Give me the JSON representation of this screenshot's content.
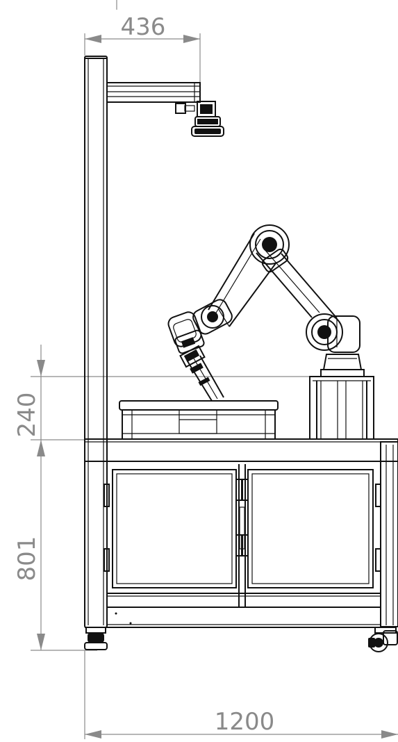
{
  "dimensions": {
    "overhead_arm_width": "436",
    "upper_height": "240",
    "lower_height": "801",
    "total_width": "1200"
  },
  "colors": {
    "line": "#111111",
    "dimension": "#8a8a8a",
    "background": "#ffffff"
  }
}
